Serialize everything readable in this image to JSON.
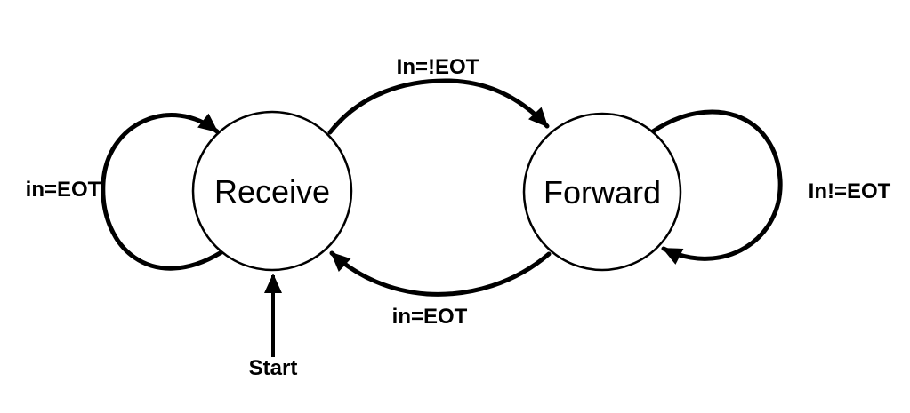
{
  "diagram": {
    "type": "state-machine",
    "colors": {
      "background": "#ffffff",
      "stroke": "#000000",
      "text": "#000000"
    },
    "states": [
      {
        "id": "receive",
        "label": "Receive"
      },
      {
        "id": "forward",
        "label": "Forward"
      }
    ],
    "transitions": [
      {
        "from": "receive",
        "to": "receive",
        "label": "in=EOT",
        "kind": "self-loop-left"
      },
      {
        "from": "receive",
        "to": "forward",
        "label": "In=!EOT",
        "kind": "curve-top"
      },
      {
        "from": "forward",
        "to": "forward",
        "label": "In!=EOT",
        "kind": "self-loop-right"
      },
      {
        "from": "forward",
        "to": "receive",
        "label": "in=EOT",
        "kind": "curve-bottom"
      }
    ],
    "start": {
      "label": "Start",
      "points_to": "receive"
    }
  }
}
